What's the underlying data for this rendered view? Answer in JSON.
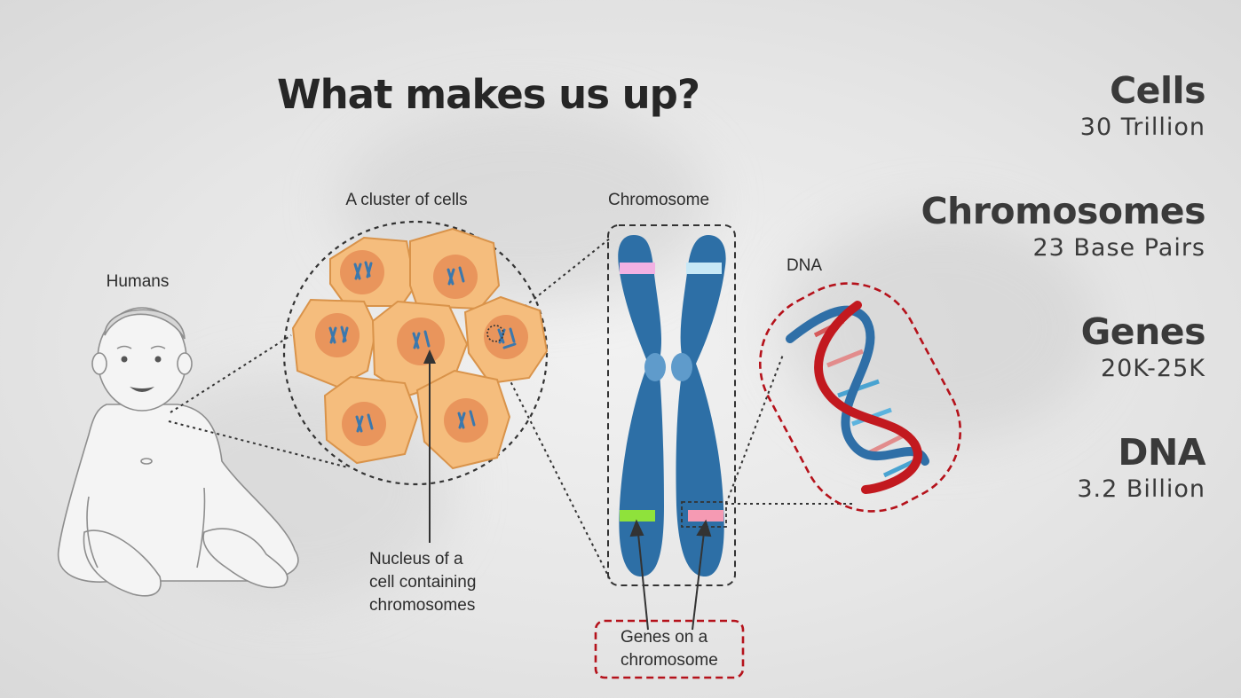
{
  "title": "What makes us up?",
  "stats": [
    {
      "label": "Cells",
      "value": "30 Trillion"
    },
    {
      "label": "Chromosomes",
      "value": "23 Base Pairs"
    },
    {
      "label": "Genes",
      "value": "20K-25K"
    },
    {
      "label": "DNA",
      "value": "3.2 Billion"
    }
  ],
  "diagram": {
    "humans_label": "Humans",
    "cells_label": "A cluster of cells",
    "chromosome_label": "Chromosome",
    "dna_label": "DNA",
    "nucleus_caption": [
      "Nucleus of a",
      "cell containing",
      "chromosomes"
    ],
    "genes_caption": [
      "Genes on a",
      "chromosome"
    ]
  },
  "colors": {
    "cell_fill": "#f5bd7d",
    "cell_stroke": "#d9934a",
    "nucleus": "#e9955c",
    "chromosome": "#2d6fa6",
    "dna_red": "#c2191f",
    "dna_blue": "#2f6fa7",
    "highlight_dashed": "#b5121b"
  }
}
